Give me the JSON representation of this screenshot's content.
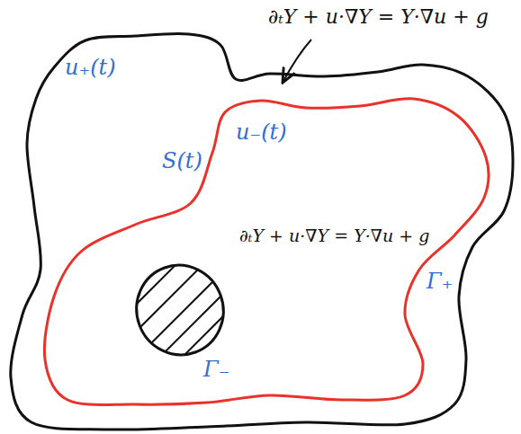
{
  "diagram": {
    "labels": [
      "∂ₜY + u·∇Y = Y·∇u + g",
      "u₊(t)",
      "u₋(t)",
      "S(t)",
      "∂ₜY + u·∇Y = Y·∇u + g",
      "Γ₊",
      "Γ₋"
    ]
  }
}
